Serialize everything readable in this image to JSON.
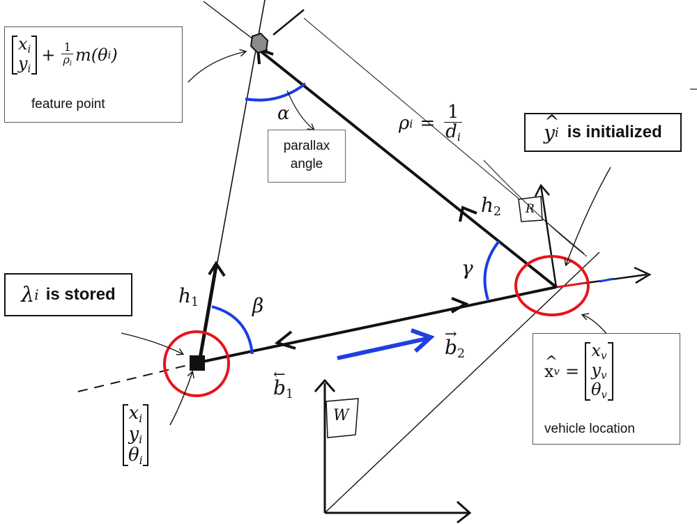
{
  "feature_box": {
    "x": "x",
    "y": "y",
    "i": "i",
    "plus": "+",
    "one": "1",
    "rho": "ρ",
    "m_theta": "m(θ",
    "close": ")",
    "caption": "feature point"
  },
  "lambda_box": {
    "symbol": "λ",
    "sub": "i",
    "text": "is stored"
  },
  "y_hat_box": {
    "symbol": "y",
    "sub": "i",
    "text": "is initialized"
  },
  "vehicle_box": {
    "lhs": "x",
    "sub": "v",
    "eq": "=",
    "row1": "x",
    "row2": "y",
    "row3": "θ",
    "row_sub": "v",
    "caption": "vehicle location"
  },
  "parallax_box": {
    "line1": "parallax",
    "line2": "angle"
  },
  "anchor_vector": {
    "row1": "x",
    "row2": "y",
    "row3": "θ",
    "sub": "i"
  },
  "rho_eq": {
    "lhs": "ρ",
    "lhs_sub": "i",
    "eq": "=",
    "num": "1",
    "den": "d",
    "den_sub": "i"
  },
  "greek": {
    "alpha": "α",
    "beta": "β",
    "gamma": "γ"
  },
  "h1": {
    "h": "h",
    "sub": "1"
  },
  "h2": {
    "h": "h",
    "sub": "2"
  },
  "b1": {
    "b": "b",
    "sub": "1"
  },
  "b2": {
    "b": "b",
    "sub": "2"
  },
  "frame_labels": {
    "world": "W",
    "robot": "R"
  },
  "colors": {
    "circle": "#e8141b",
    "arc": "#1a3ce6",
    "motion_arrow": "#1f3fe0",
    "ink": "#111111",
    "feature_point": "#8c8c8c"
  }
}
